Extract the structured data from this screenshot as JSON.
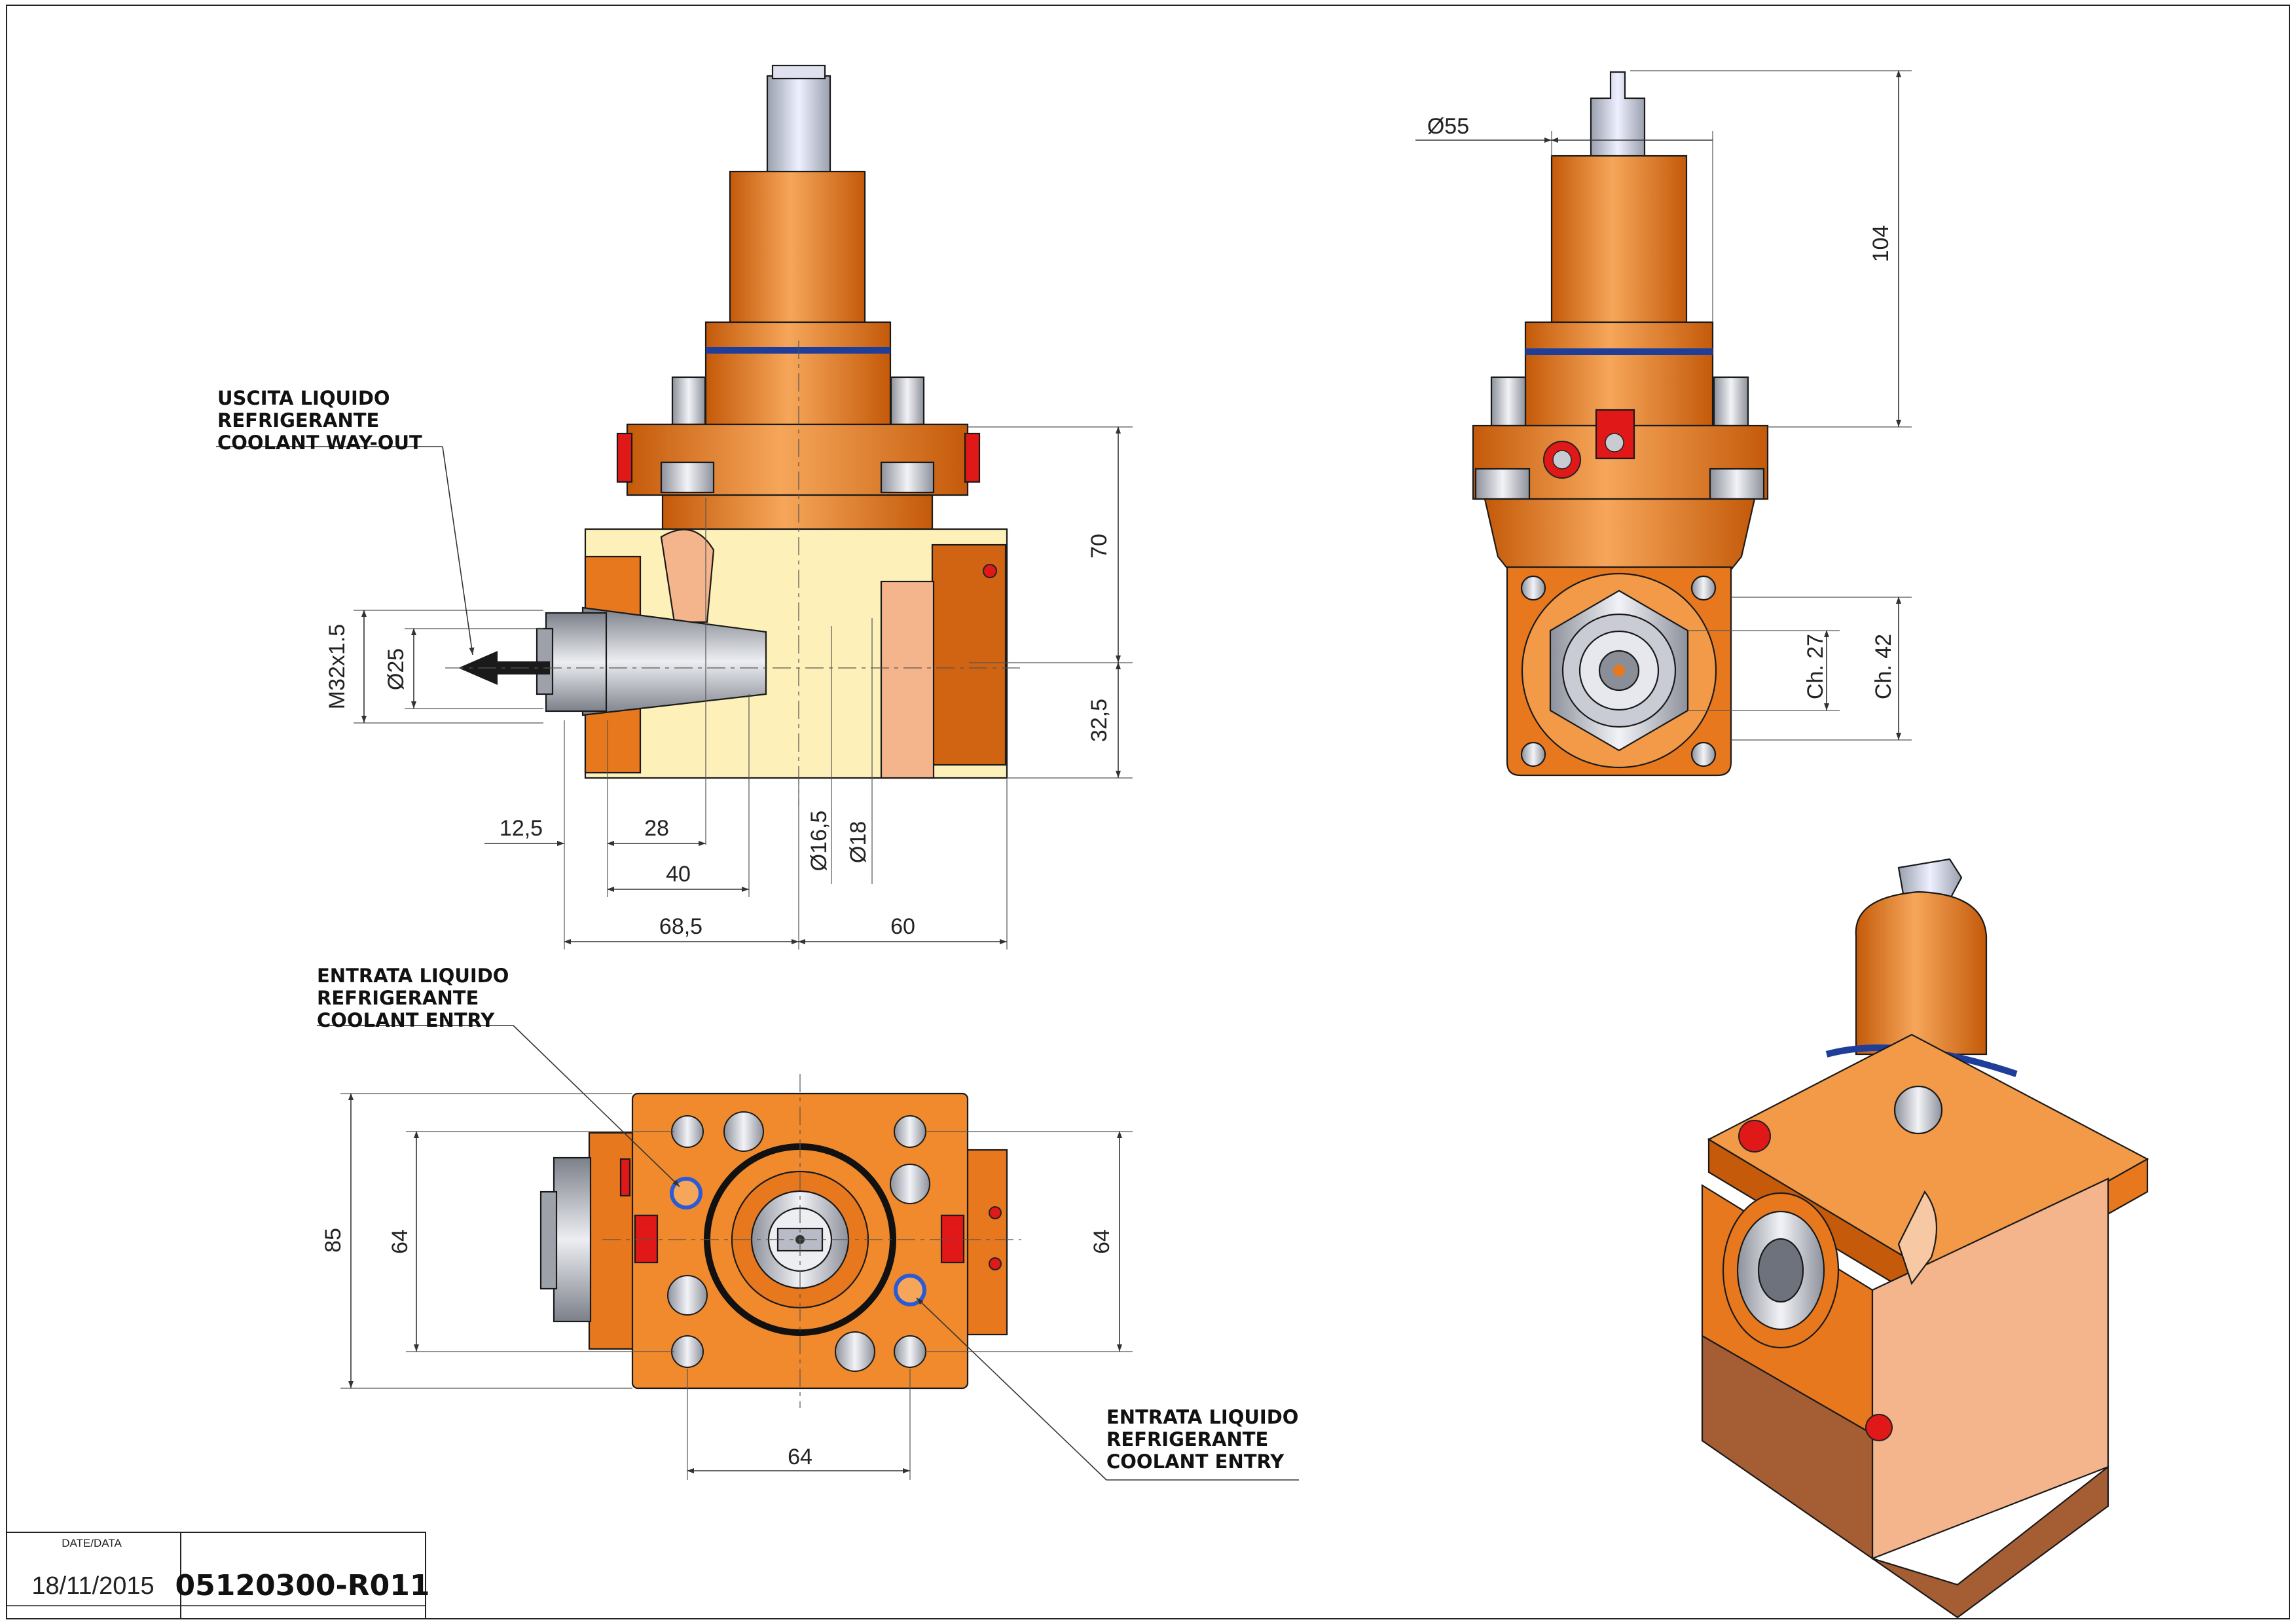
{
  "title_block": {
    "date_label": "DATE/DATA",
    "date": "18/11/2015",
    "part_number": "05120300-R011"
  },
  "notes": {
    "coolant_out": [
      "USCITA LIQUIDO",
      "REFRIGERANTE",
      "COOLANT WAY-OUT"
    ],
    "coolant_entry_left": [
      "ENTRATA LIQUIDO",
      "REFRIGERANTE",
      "COOLANT ENTRY"
    ],
    "coolant_entry_right": [
      "ENTRATA LIQUIDO",
      "REFRIGERANTE",
      "COOLANT ENTRY"
    ]
  },
  "dimensions": {
    "front_thread": "M32x1.5",
    "front_dia_25": "Ø25",
    "front_h_70": "70",
    "front_h_32_5": "32,5",
    "front_12_5": "12,5",
    "front_28": "28",
    "front_40": "40",
    "front_68_5": "68,5",
    "front_60": "60",
    "front_dia_16_5": "Ø16,5",
    "front_dia_18": "Ø18",
    "side_dia_55": "Ø55",
    "side_104": "104",
    "side_ch27": "Ch. 27",
    "side_ch42": "Ch. 42",
    "bottom_85": "85",
    "bottom_64_left": "64",
    "bottom_64_right": "64",
    "bottom_64_bottom": "64"
  },
  "colors": {
    "orange": "#e8781e",
    "orange_dark": "#b4540c",
    "orange_light": "#f6a65a",
    "cream": "#fdf0b8",
    "salmon": "#f4b58c",
    "steel": "#b9bcc6",
    "steel_dark": "#6e727c",
    "red": "#e01818",
    "blue_ring": "#2a5bd7"
  }
}
